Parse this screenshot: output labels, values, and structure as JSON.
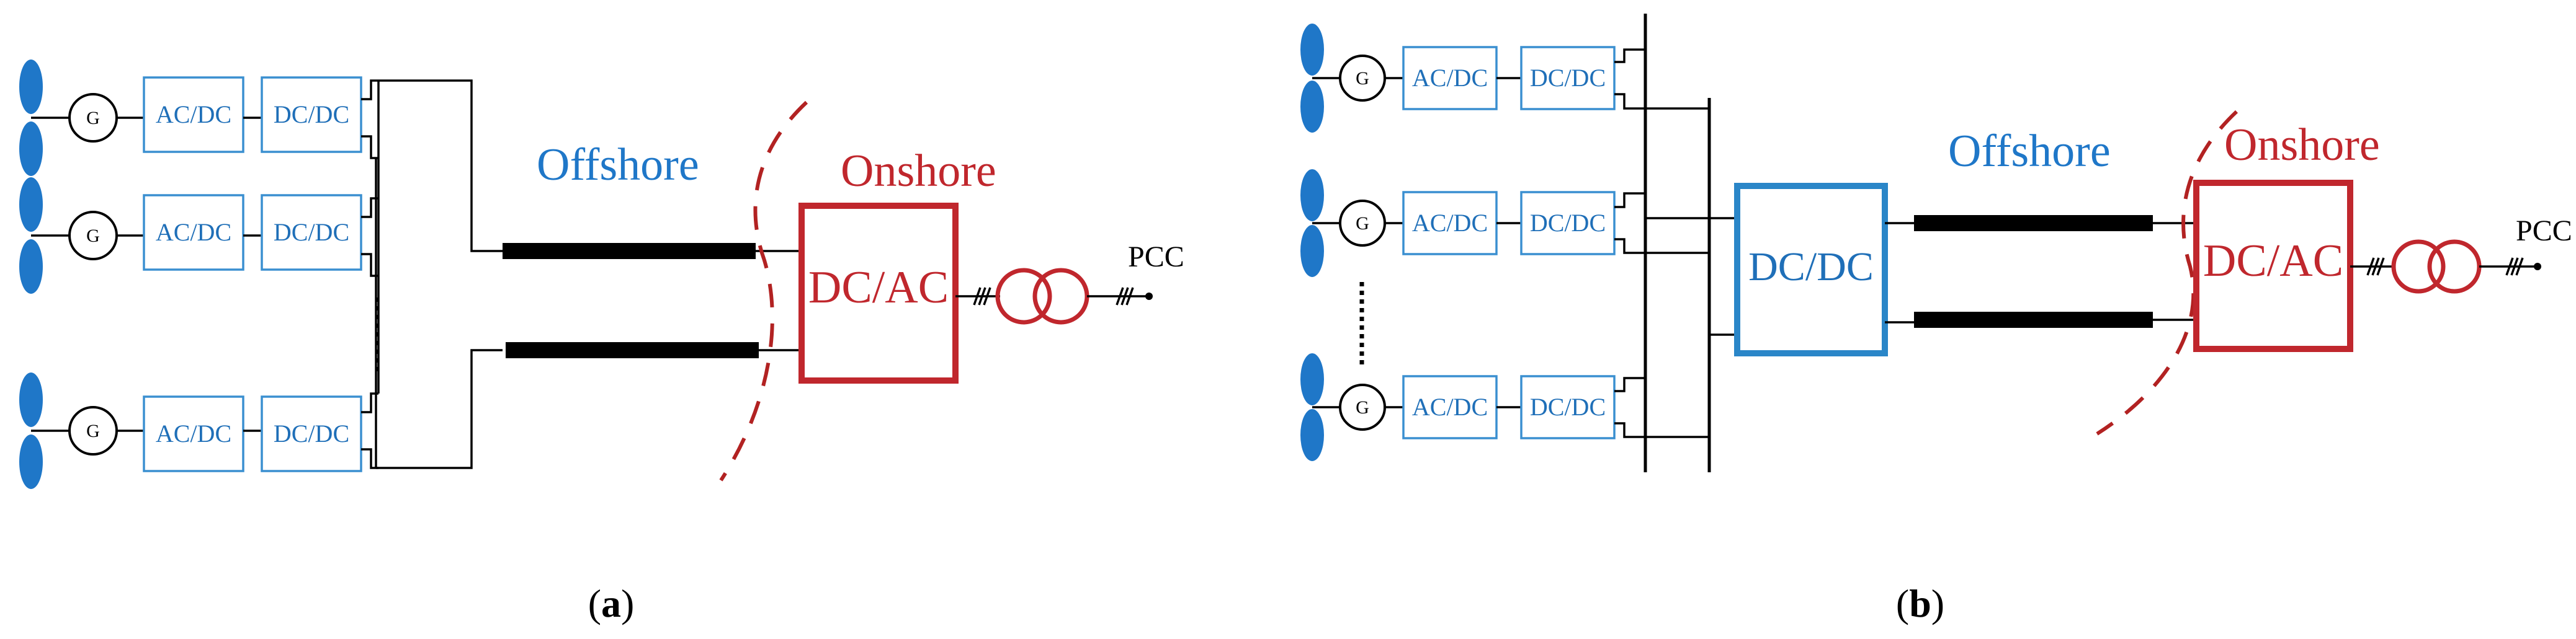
{
  "panels": [
    {
      "id": "a",
      "label": "a",
      "turbines": [
        {
          "generator": "G",
          "ac_dc": "AC/DC",
          "dc_dc": "DC/DC"
        },
        {
          "generator": "G",
          "ac_dc": "AC/DC",
          "dc_dc": "DC/DC"
        },
        {
          "generator": "G",
          "ac_dc": "AC/DC",
          "dc_dc": "DC/DC"
        }
      ],
      "offshore_label": "Offshore",
      "onshore_label": "Onshore",
      "onshore_converter": "DC/AC",
      "pcc_label": "PCC"
    },
    {
      "id": "b",
      "label": "b",
      "turbines": [
        {
          "generator": "G",
          "ac_dc": "AC/DC",
          "dc_dc": "DC/DC"
        },
        {
          "generator": "G",
          "ac_dc": "AC/DC",
          "dc_dc": "DC/DC"
        },
        {
          "generator": "G",
          "ac_dc": "AC/DC",
          "dc_dc": "DC/DC"
        }
      ],
      "offshore_converter": "DC/DC",
      "offshore_label": "Offshore",
      "onshore_label": "Onshore",
      "onshore_converter": "DC/AC",
      "pcc_label": "PCC"
    }
  ],
  "colors": {
    "offshore_blue": "#1f77c8",
    "onshore_red": "#c0272d",
    "converter_outline": "#3a8fd0"
  }
}
